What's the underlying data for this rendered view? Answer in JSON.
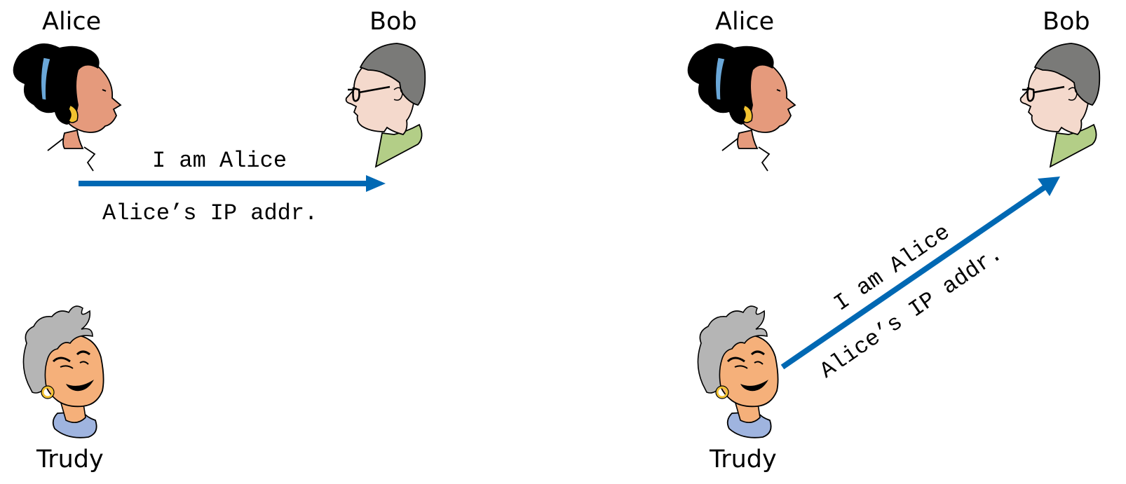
{
  "colors": {
    "arrow": "#0068b3",
    "alice_skin": "#e59a7c",
    "alice_band": "#6aa7d8",
    "alice_earring": "#f2c230",
    "bob_skin": "#f4d9cc",
    "bob_hair": "#7a7a78",
    "bob_shirt": "#b3ce87",
    "trudy_skin": "#f5b07a",
    "trudy_hair": "#b5b5b5",
    "trudy_collar": "#9fb4df",
    "trudy_earring": "#f2c230"
  },
  "panels": [
    {
      "alice_label": "Alice",
      "bob_label": "Bob",
      "trudy_label": "Trudy",
      "message_top": "I am Alice",
      "message_bottom": "Alice’s IP addr."
    },
    {
      "alice_label": "Alice",
      "bob_label": "Bob",
      "trudy_label": "Trudy",
      "message_top": "I am Alice",
      "message_bottom": "Alice’s IP addr."
    }
  ]
}
